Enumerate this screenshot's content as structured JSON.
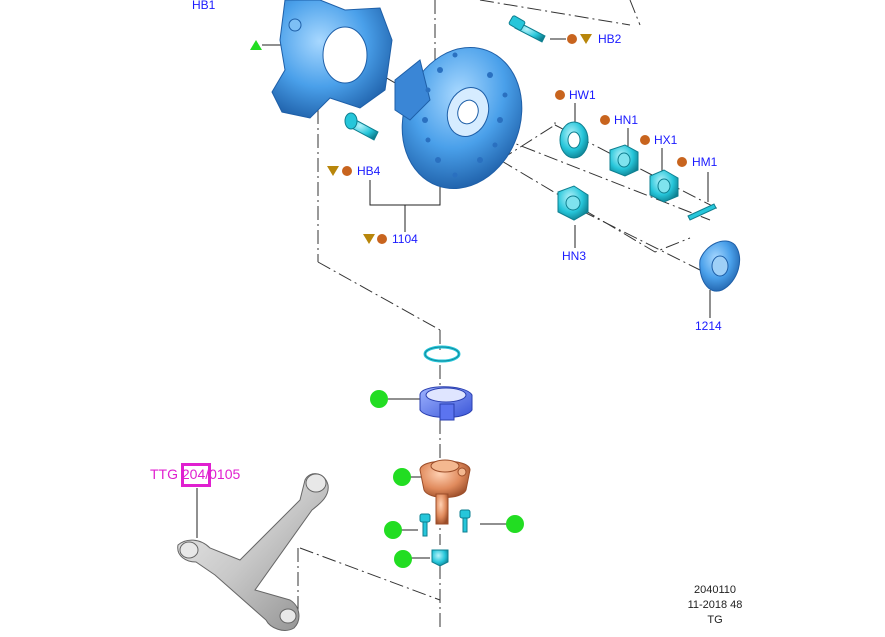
{
  "callouts": {
    "hb1": "HB1",
    "hb2": "HB2",
    "hb4": "HB4",
    "hw1": "HW1",
    "hn1": "HN1",
    "hx1": "HX1",
    "hm1": "HM1",
    "hn3": "HN3",
    "p1104": "1104",
    "p1214": "1214",
    "ttg": "TTG 204/0105"
  },
  "stamp": {
    "line1": "2040110",
    "line2": "11-2018 48",
    "line3": "TG"
  },
  "colors": {
    "label_blue": "#1a1aff",
    "magenta": "#e020d0",
    "marker_orange": "#c8641e",
    "marker_gold": "#b8860b",
    "marker_green": "#22dd22",
    "part_blue": "#4aa0ea",
    "part_cyan": "#26c6da",
    "part_copper": "#e08a5c",
    "part_grey": "#c8c8c8"
  },
  "icons": [
    "triangle-down-icon",
    "circle-marker-icon",
    "triangle-up-icon",
    "green-dot-icon"
  ]
}
